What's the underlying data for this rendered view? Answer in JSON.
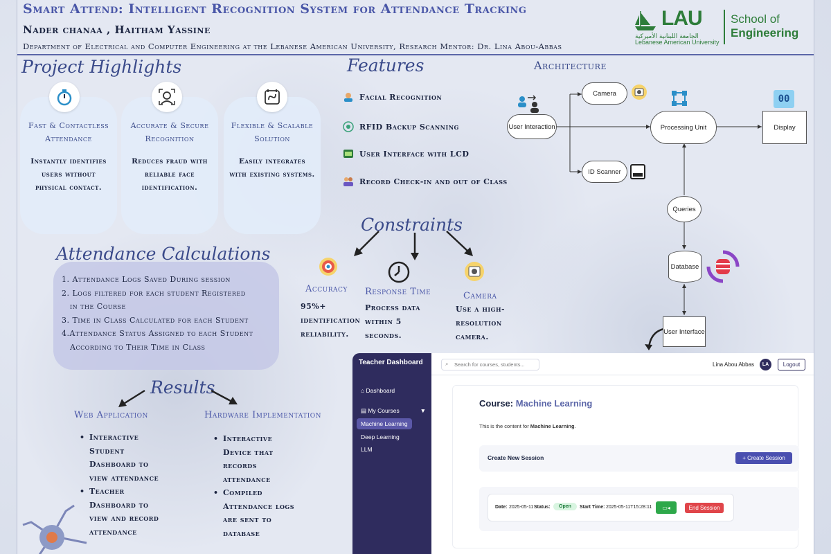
{
  "header": {
    "title": "Smart Attend: Intelligent Recognition System for Attendance Tracking",
    "authors": "Nader chanaa , Haitham Yassine",
    "department": "Department of Electrical and Computer Engineering at the Lebanese American University, Research Mentor: Dr. Lina Abou-Abbas"
  },
  "logo": {
    "lau": "LAU",
    "arabic": "الجامعة اللبنانية الأميركية",
    "university": "Lebanese American University",
    "school_line1": "School of",
    "school_line2": "Engineering",
    "color": "#2e7d3a"
  },
  "highlights": {
    "heading": "Project Highlights",
    "cards": [
      {
        "icon": "stopwatch-icon",
        "title": "Fast & Contactless Attendance",
        "body": "Instantly identifies users without physical contact."
      },
      {
        "icon": "recognition-icon",
        "title": "Accurate & Secure Recognition",
        "body": "Reduces fraud with reliable face identification."
      },
      {
        "icon": "scalable-icon",
        "title": "Flexible & Scalable Solution",
        "body": "Easily integrates with existing systems."
      }
    ]
  },
  "features": {
    "heading": "Features",
    "items": [
      {
        "icon": "face-icon",
        "label": "Facial Recognition"
      },
      {
        "icon": "rfid-icon",
        "label": "RFID Backup Scanning"
      },
      {
        "icon": "lcd-icon",
        "label": "User Interface with LCD"
      },
      {
        "icon": "people-icon",
        "label": "Record Check-in and out of Class"
      }
    ]
  },
  "architecture": {
    "heading": "Architecture",
    "nodes": {
      "user_interaction": "User Interaction",
      "camera": "Camera",
      "processing_unit": "Processing Unit",
      "display": "Display",
      "id_scanner": "ID Scanner",
      "queries": "Queries",
      "database": "Database",
      "user_interface": "User Interface",
      "display_glyph": "00"
    }
  },
  "calculations": {
    "heading": "Attendance Calculations",
    "items": [
      "1. Attendance Logs Saved During session",
      "2. Logs filtered for each student Registered",
      "in the Course",
      "3. Time in Class Calculated for each Student",
      "4.Attendance Status Assigned to each Student",
      "According to Their Time in Class"
    ]
  },
  "constraints": {
    "heading": "Constraints",
    "items": [
      {
        "icon": "target-icon",
        "title": "Accuracy",
        "body": [
          "95%+",
          "identification",
          "reliability."
        ]
      },
      {
        "icon": "clock-icon",
        "title": "Response Time",
        "body": [
          "Process data",
          "within 5",
          "seconds."
        ]
      },
      {
        "icon": "camera-icon",
        "title": "Camera",
        "body": [
          "Use a high-",
          "resolution",
          "camera."
        ]
      }
    ]
  },
  "results": {
    "heading": "Results",
    "web": {
      "title": "Web Application",
      "items": [
        "Interactive Student Dashboard to view attendance",
        "Teacher Dashboard to view and record attendance"
      ]
    },
    "hardware": {
      "title": "Hardware Implementation",
      "items": [
        "Interactive Device that records attendance",
        "Compiled Attendance logs are sent to database"
      ]
    }
  },
  "dashboard": {
    "brand": "Teacher Dashboard",
    "nav": {
      "dashboard": "Dashboard",
      "my_courses": "My Courses",
      "courses": [
        "Machine Learning",
        "Deep Learning",
        "LLM"
      ]
    },
    "search_placeholder": "Search for courses, students...",
    "user_name": "Lina Abou Abbas",
    "user_initials": "LA",
    "logout": "Logout",
    "course_label": "Course:",
    "course_name": "Machine Learning",
    "content_prefix": "This is the content for",
    "content_suffix": ".",
    "create_session": "Create New Session",
    "create_button": "+ Create Session",
    "session": {
      "date_label": "Date:",
      "date": "2025-05-11",
      "status_label": "Status:",
      "status": "Open",
      "start_label": "Start Time:",
      "start": "2025-05-11T15:28:11",
      "end_button": "End Session"
    },
    "accent": "#2f2c5e"
  }
}
